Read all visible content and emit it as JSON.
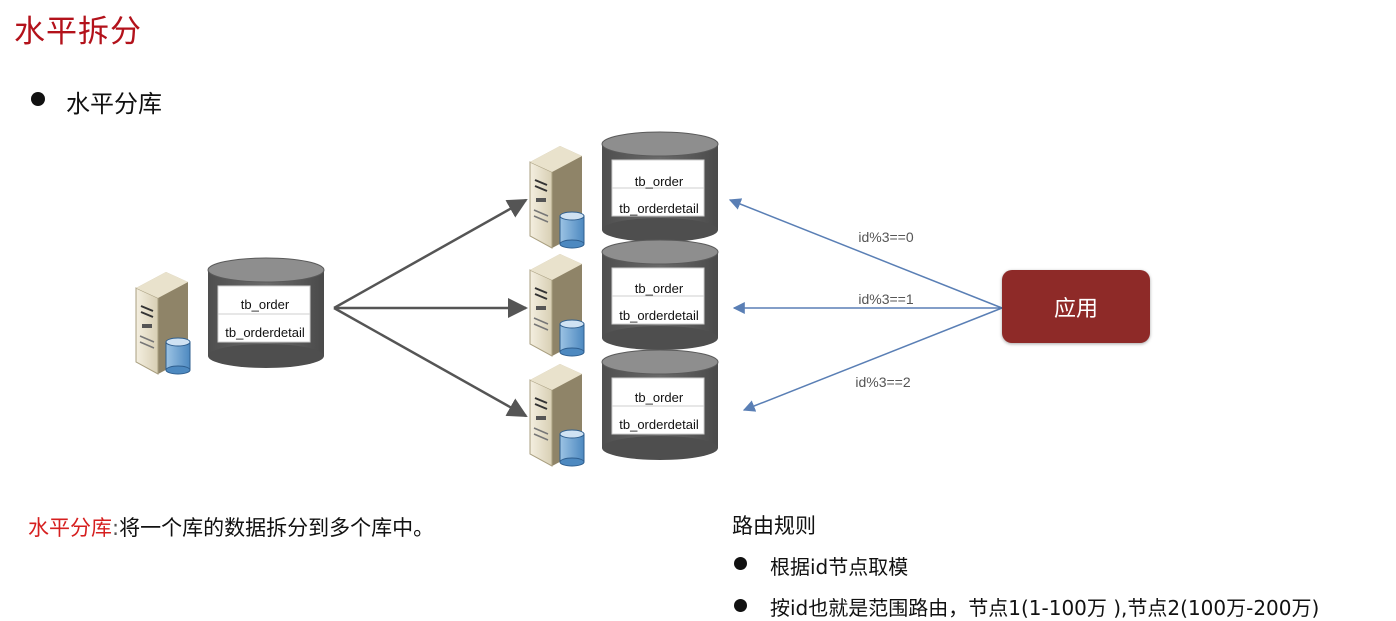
{
  "title": "水平拆分",
  "bullet": "水平分库",
  "diagram": {
    "source_db": {
      "tables": [
        "tb_order",
        "tb_orderdetail"
      ]
    },
    "target_dbs": [
      {
        "tables": [
          "tb_order",
          "tb_orderdetail"
        ]
      },
      {
        "tables": [
          "tb_order",
          "tb_orderdetail"
        ]
      },
      {
        "tables": [
          "tb_order",
          "tb_orderdetail"
        ]
      }
    ],
    "route_labels": [
      "id%3==0",
      "id%3==1",
      "id%3==2"
    ],
    "app_label": "应用",
    "colors": {
      "app": "#8e2a28",
      "route_arrow": "#5a7fb5",
      "split_arrow": "#555555",
      "title": "#b3121b"
    }
  },
  "description": {
    "term": "水平分库",
    "separator": ":",
    "text": "将一个库的数据拆分到多个库中。"
  },
  "routing": {
    "title": "路由规则",
    "items": [
      "根据id节点取模",
      "按id也就是范围路由，节点1(1-100万 ),节点2(100万-200万)"
    ]
  }
}
